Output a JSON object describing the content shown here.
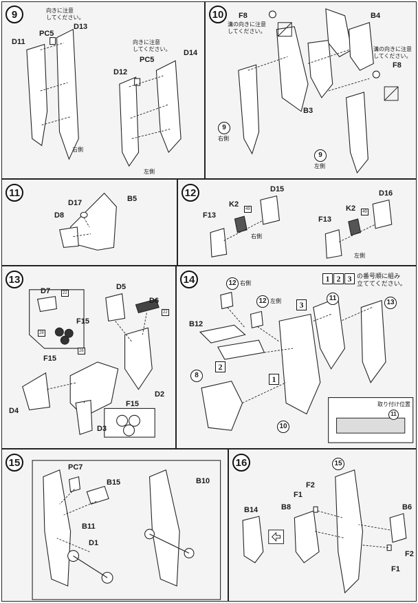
{
  "steps": {
    "s9": {
      "num": "9",
      "d11": "D11",
      "pc5a": "PC5",
      "d13": "D13",
      "note1": "向きに注意\nしてください。",
      "d12": "D12",
      "pc5b": "PC5",
      "d14": "D14",
      "note2": "向きに注意\nしてください。",
      "right": "右側",
      "left": "左側"
    },
    "s10": {
      "num": "10",
      "f8a": "F8",
      "note1": "溝の向きに注意\nしてください。",
      "b4": "B4",
      "note2": "溝の向きに注意\nしてください。",
      "f8b": "F8",
      "b3": "B3",
      "ref9a": "9",
      "right": "右側",
      "ref9b": "9",
      "left": "左側"
    },
    "s11": {
      "num": "11",
      "d17": "D17",
      "d8": "D8",
      "b5": "B5"
    },
    "s12": {
      "num": "12",
      "k2a": "K2",
      "d15": "D15",
      "f13a": "F13",
      "tag49a": "49",
      "right": "右側",
      "k2b": "K2",
      "d16": "D16",
      "f13b": "F13",
      "tag49b": "49",
      "left": "左側"
    },
    "s13": {
      "num": "13",
      "d7": "D7",
      "tag22a": "22",
      "d5": "D5",
      "d6": "D6",
      "tag22b": "22",
      "f15a": "F15",
      "tag28a": "28",
      "f15b": "F15",
      "tag28b": "28",
      "d2": "D2",
      "d4": "D4",
      "d3": "D3",
      "f15c": "F15"
    },
    "s14": {
      "num": "14",
      "ref12a": "12",
      "right": "右側",
      "ref12b": "12",
      "left": "左側",
      "order": [
        "1",
        "2",
        "3"
      ],
      "note": "の番号順に組み\n立ててください。",
      "b12": "B12",
      "sq3": "3",
      "ref11": "11",
      "ref13": "13",
      "sq2": "2",
      "ref8": "8",
      "sq1": "1",
      "ref10": "10",
      "inset_title": "取り付け位置",
      "inset_ref": "11"
    },
    "s15": {
      "num": "15",
      "pc7": "PC7",
      "b15": "B15",
      "b10": "B10",
      "b11": "B11",
      "d1": "D1"
    },
    "s16": {
      "num": "16",
      "ref15": "15",
      "f2a": "F2",
      "f1a": "F1",
      "b8": "B8",
      "b6": "B6",
      "b14": "B14",
      "f2b": "F2",
      "f1b": "F1"
    }
  }
}
